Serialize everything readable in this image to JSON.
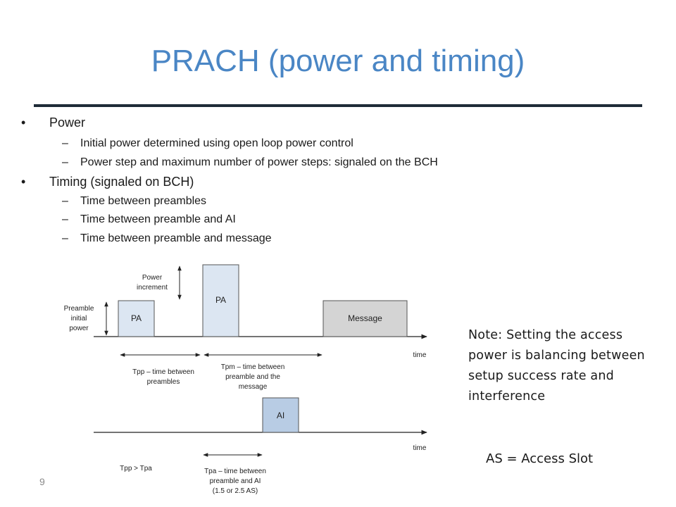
{
  "slide": {
    "title": "PRACH (power and timing)",
    "page_number": "9",
    "bullets": [
      {
        "label": "Power",
        "sub": [
          "Initial power determined using open loop power control",
          "Power step and maximum number of power steps: signaled on the BCH"
        ]
      },
      {
        "label": "Timing (signaled on BCH)",
        "sub": [
          "Time between preambles",
          "Time between preamble and AI",
          "Time between preamble and message"
        ]
      }
    ],
    "note": "Note: Setting the access power is balancing between setup success rate and interference",
    "as_note": "AS = Access Slot"
  },
  "diagram": {
    "colors": {
      "pa_fill": "#dce6f2",
      "ai_fill": "#b8cce4",
      "message_fill": "#d4d4d4",
      "line": "#222222"
    },
    "pa_label": "PA",
    "message_label": "Message",
    "ai_label": "AI",
    "time_label": "time",
    "power_increment": [
      "Power",
      "increment"
    ],
    "preamble_initial_power": [
      "Preamble",
      "initial",
      "power"
    ],
    "tpp": [
      "Tpp – time between",
      "preambles"
    ],
    "tpm": [
      "Tpm – time between",
      "preamble and the",
      "message"
    ],
    "tpa": [
      "Tpa – time between",
      "preamble and AI",
      "(1.5 or 2.5 AS)"
    ],
    "tpp_gt_tpa": "Tpp > Tpa"
  }
}
